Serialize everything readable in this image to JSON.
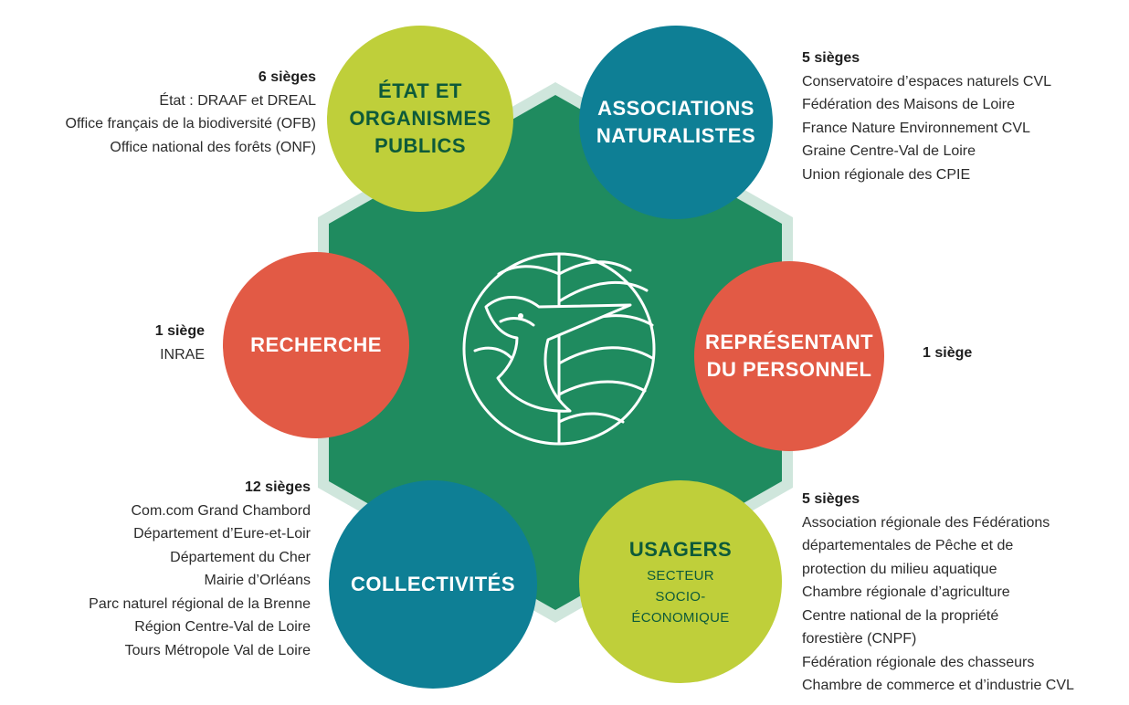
{
  "colors": {
    "hexagon": "#1f8b5f",
    "hexagon_border": "#cfe6dc",
    "lime": "#bfcf3a",
    "teal": "#0e7f95",
    "red": "#e25a45",
    "dark_green_text": "#0d5a3a"
  },
  "center_logo": {
    "icon": "leaf-bird-logo-icon"
  },
  "groups": {
    "etat": {
      "title": "ÉTAT ET\nORGANISMES\nPUBLICS",
      "seats": "6 sièges",
      "members": [
        "État : DRAAF et DREAL",
        "Office français de la biodiversité (OFB)",
        "Office national des forêts (ONF)"
      ]
    },
    "asso": {
      "title": "ASSOCIATIONS\nNATURALISTES",
      "seats": "5 sièges",
      "members": [
        "Conservatoire d’espaces naturels CVL",
        "Fédération des Maisons de Loire",
        "France Nature Environnement CVL",
        "Graine Centre-Val de Loire",
        "Union régionale des CPIE"
      ]
    },
    "rech": {
      "title": "RECHERCHE",
      "seats": "1 siège",
      "members": [
        "INRAE"
      ]
    },
    "repr": {
      "title": "REPRÉSENTANT\nDU PERSONNEL",
      "seats": "1 siège",
      "members": []
    },
    "coll": {
      "title": "COLLECTIVITÉS",
      "seats": "12 sièges",
      "members": [
        "Com.com Grand Chambord",
        "Département d’Eure-et-Loir",
        "Département du Cher",
        "Mairie d’Orléans",
        "Parc naturel régional de la Brenne",
        "Région Centre-Val de Loire",
        "Tours Métropole Val de Loire"
      ]
    },
    "usag": {
      "title": "USAGERS",
      "subtitle": "SECTEUR\nSOCIO-\nÉCONOMIQUE",
      "seats": "5 sièges",
      "members": [
        "Association régionale des Fédérations",
        "départementales de Pêche et de",
        "protection du milieu aquatique",
        "Chambre régionale d’agriculture",
        "Centre national de la propriété",
        "forestière (CNPF)",
        "Fédération régionale des chasseurs",
        "Chambre de commerce et d’industrie CVL"
      ]
    }
  }
}
